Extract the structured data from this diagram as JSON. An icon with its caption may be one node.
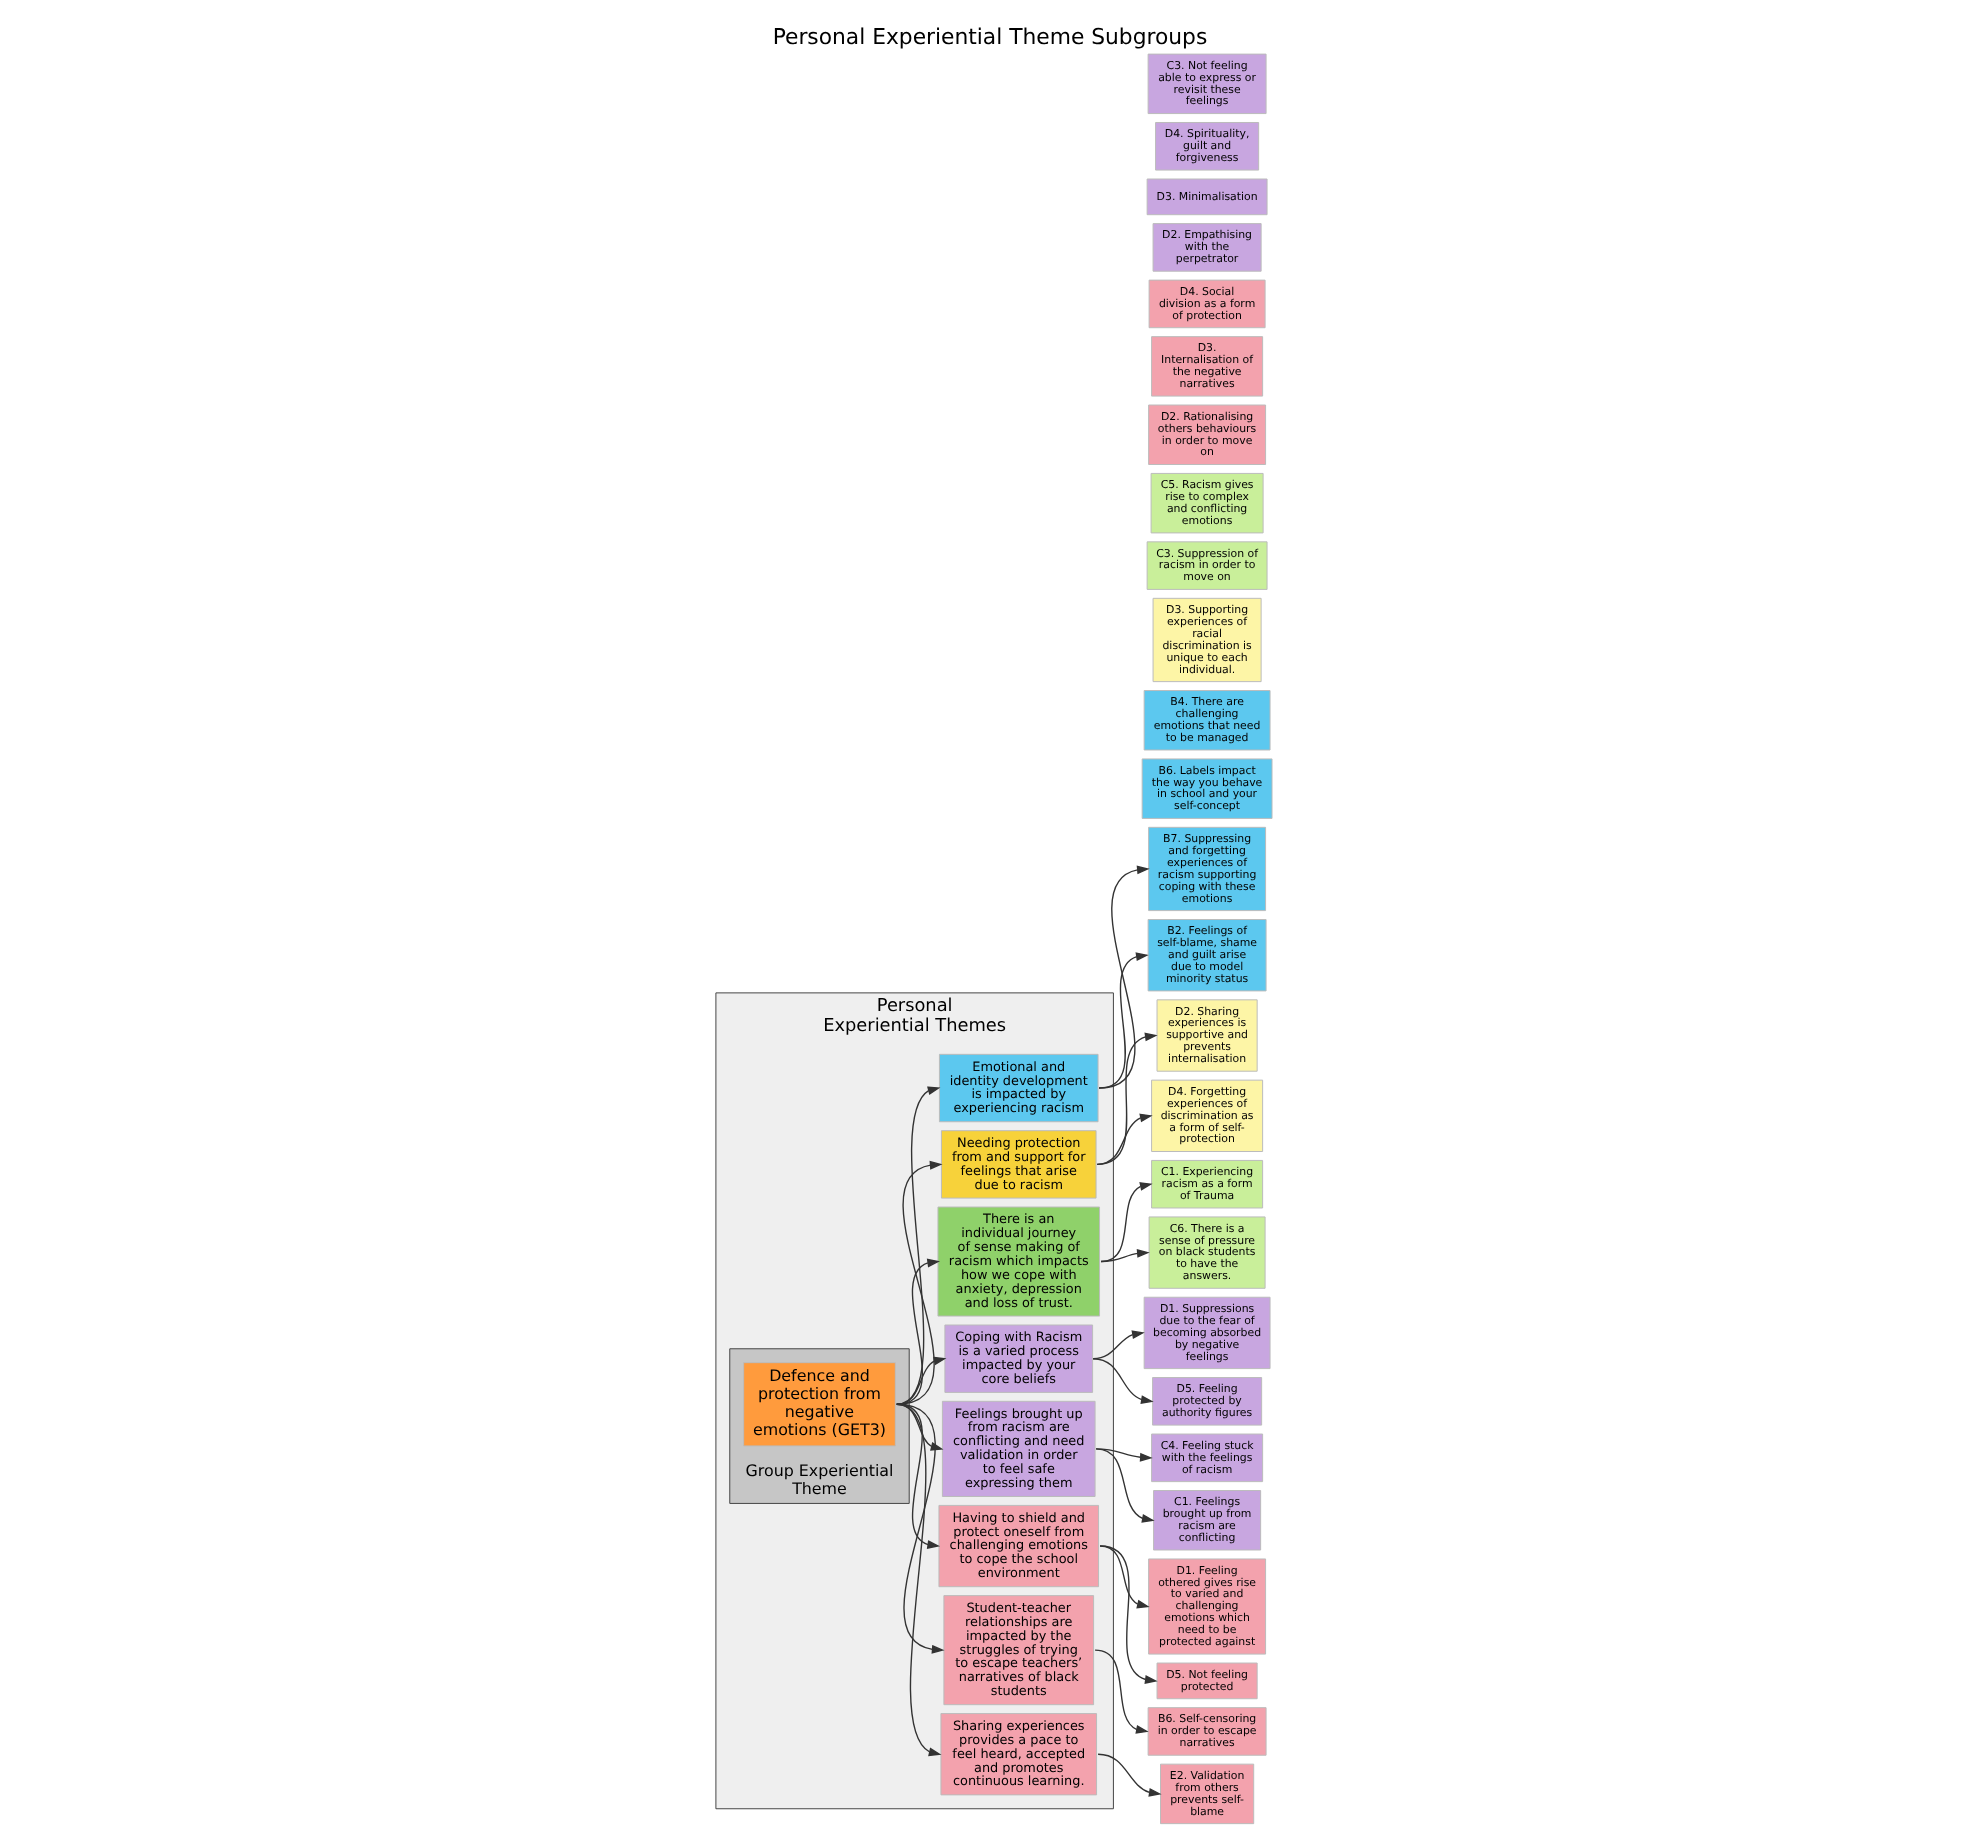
{
  "diagram": {
    "title": "Personal Experiential Theme Subgroups",
    "nodes": [
      {
        "text": [
          "Personal Experiential Themes"
        ]
      },
      {
        "text": [
          "Group Experiential Theme"
        ],
        "in": 0
      },
      {
        "text": [
          "Defence and protection from negative emotions (GET3)"
        ],
        "in": 1
      },
      {
        "text": [
          "Emotional and identity development is impacted by experiencing racism"
        ],
        "in": 0
      },
      {
        "text": [
          "Needing protection from and support for feelings that arise due to racism"
        ],
        "in": 0
      },
      {
        "text": [
          "There is an individual journey of sense making of racism which impacts how we cope with anxiety, depression and loss of trust."
        ],
        "in": 0
      },
      {
        "text": [
          "Coping with Racism is a varied process impacted by your core beliefs"
        ],
        "in": 0
      },
      {
        "text": [
          "Feelings brought up from racism are conflicting and need validation in order to feel safe expressing them"
        ],
        "in": 0
      },
      {
        "text": [
          "Having to shield and protect oneself from challenging emotions to cope the school environment"
        ],
        "in": 0
      },
      {
        "text": [
          "Student-teacher relationships are impacted by the struggles of trying to escape teachers’ narratives of black students"
        ],
        "in": 0
      },
      {
        "text": [
          "Sharing experiences provides a pace to feel heard, accepted and promotes continuous learning."
        ],
        "in": 0
      },
      {
        "text": [
          "B7. Suppressing and forgetting experiences of racism supporting coping with these emotions"
        ]
      },
      {
        "text": [
          "B6. Labels impact the way you behave in school and your self-concept"
        ]
      },
      {
        "text": [
          "B4. There are challenging emotions that need to be managed"
        ]
      },
      {
        "text": [
          "B2. Feelings of self-blame, shame and guilt arise due to model minority status"
        ]
      },
      {
        "text": [
          "D2. Sharing experiences is supportive and prevents internalisation"
        ]
      },
      {
        "text": [
          "D3. Supporting experiences of racial discrimination is unique to each individual."
        ]
      },
      {
        "text": [
          "D4. Forgetting experiences of discrimination as a form of self-protection"
        ]
      },
      {
        "text": [
          "C1. Experiencing racism as a form of Trauma"
        ]
      },
      {
        "text": [
          "C3. Suppression of racism in order to move on"
        ]
      },
      {
        "text": [
          "C5. Racism gives rise to complex and conflicting emotions"
        ]
      },
      {
        "text": [
          "C6. There is a sense of pressure on black students to have the answers."
        ]
      },
      {
        "text": [
          "D1. Feeling othered gives rise to varied and challenging emotions which need to be protected against"
        ]
      },
      {
        "text": [
          "D2. Rationalising others behaviours in order to move on"
        ]
      },
      {
        "text": [
          "D3. Internalisation of the negative narratives"
        ]
      },
      {
        "text": [
          "D4. Social division as a form of protection"
        ]
      },
      {
        "text": [
          "D5. Not feeling protected"
        ]
      },
      {
        "text": [
          "B6. Self-censoring in order to escape narratives"
        ]
      },
      {
        "text": [
          "E2. Validation from others prevents self-blame"
        ]
      },
      {
        "text": [
          "D1. Suppressions due to the fear of becoming absorbed by negative feelings"
        ]
      },
      {
        "text": [
          "D2. Empathising with the perpetrator"
        ]
      },
      {
        "text": [
          "D3. Minimalisation"
        ]
      },
      {
        "text": [
          "D4. Spirituality, guilt and forgiveness"
        ]
      },
      {
        "text": [
          "D5. Feeling protected by authority figures"
        ]
      },
      {
        "text": [
          "C4. Feeling stuck with the feelings of racism"
        ]
      },
      {
        "text": [
          "C3. Not feeling able to express or revisit these feelings"
        ]
      },
      {
        "text": [
          "C1. Feelings brought up from racism are conflicting"
        ]
      }
    ],
    "edges": [
      {
        "from": 2,
        "to": 3,
        "arrow": "to"
      },
      {
        "from": 2,
        "to": 4,
        "arrow": "to"
      },
      {
        "from": 2,
        "to": 5,
        "arrow": "to"
      },
      {
        "from": 2,
        "to": 6,
        "arrow": "to"
      },
      {
        "from": 2,
        "to": 7,
        "arrow": "to"
      },
      {
        "from": 2,
        "to": 8,
        "arrow": "to"
      },
      {
        "from": 2,
        "to": 9,
        "arrow": "to"
      },
      {
        "from": 2,
        "to": 10,
        "arrow": "to"
      },
      {
        "from": 3,
        "to": 11,
        "arrow": "to"
      },
      {
        "from": 3,
        "to": 14,
        "arrow": "to"
      },
      {
        "from": 4,
        "to": 15,
        "arrow": "to"
      },
      {
        "from": 4,
        "to": 17,
        "arrow": "to"
      },
      {
        "from": 5,
        "to": 18,
        "arrow": "to"
      },
      {
        "from": 5,
        "to": 21,
        "arrow": "to"
      },
      {
        "from": 8,
        "to": 22,
        "arrow": "to"
      },
      {
        "from": 8,
        "to": 26,
        "arrow": "to"
      },
      {
        "from": 9,
        "to": 27,
        "arrow": "to"
      },
      {
        "from": 10,
        "to": 28,
        "arrow": "to"
      },
      {
        "from": 6,
        "to": 29,
        "arrow": "to"
      },
      {
        "from": 6,
        "to": 33,
        "arrow": "to"
      },
      {
        "from": 7,
        "to": 34,
        "arrow": "to"
      },
      {
        "from": 7,
        "to": 36,
        "arrow": "to"
      }
    ]
  }
}
